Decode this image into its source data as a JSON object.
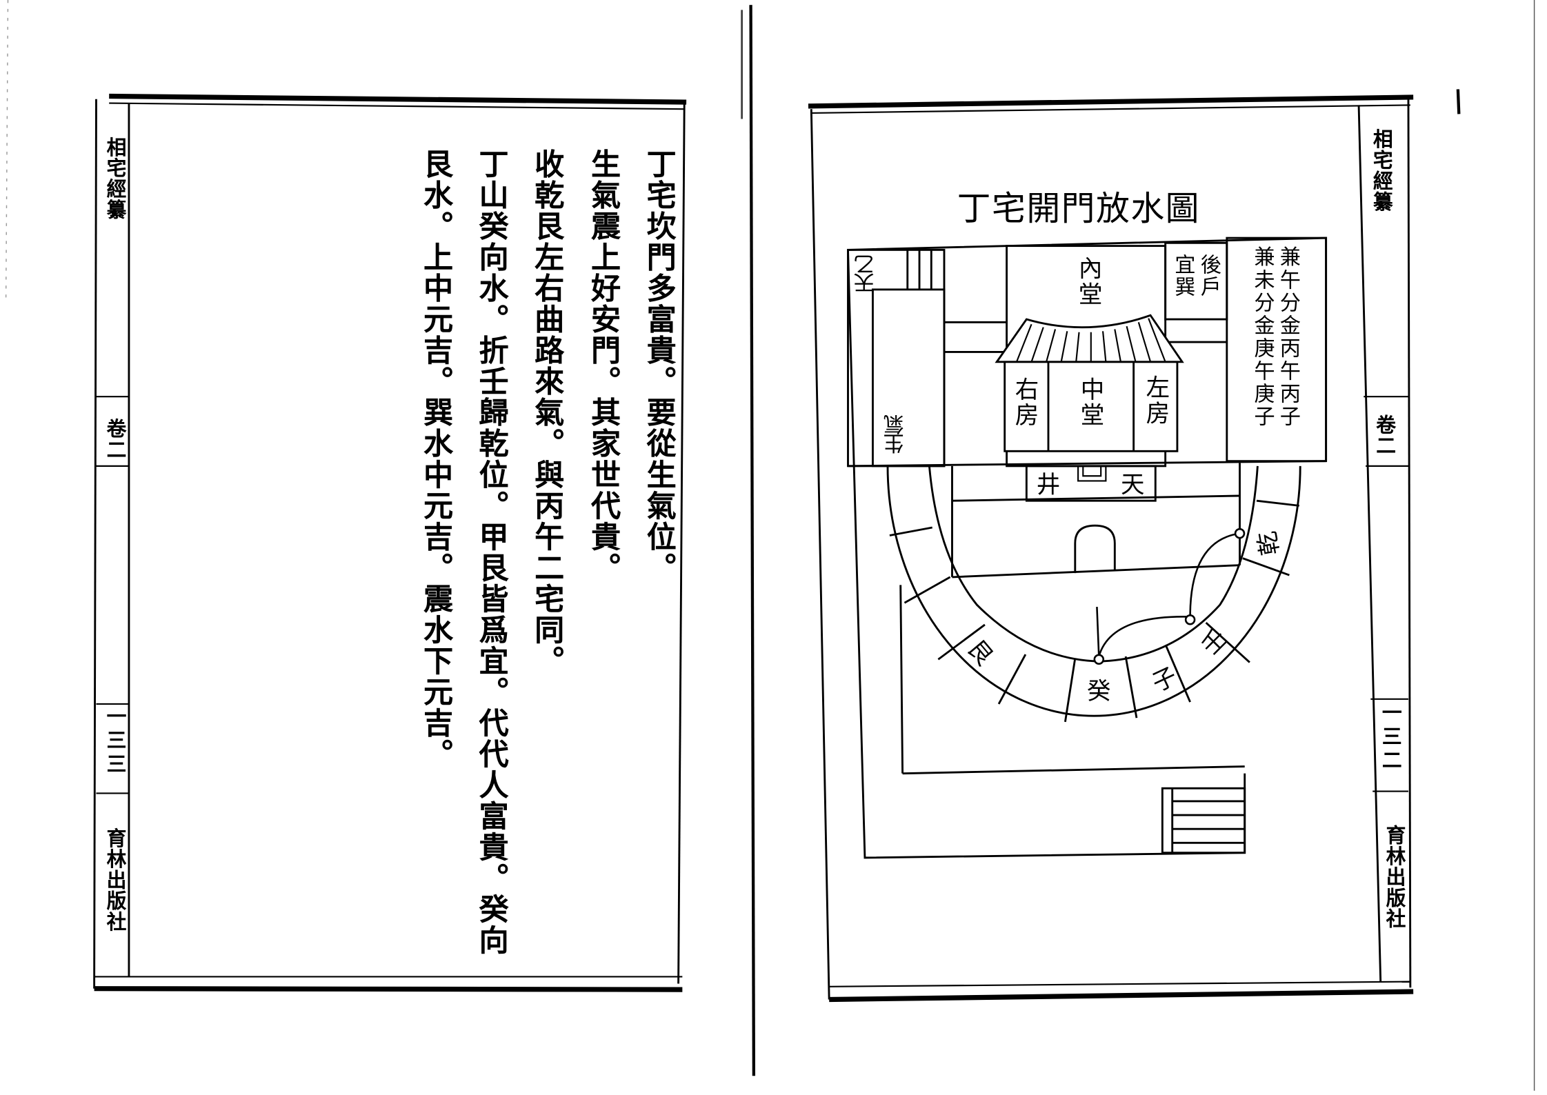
{
  "left_page": {
    "margin": {
      "book_title": "相宅經纂",
      "volume": "卷二",
      "page_number": "一三三",
      "publisher": "育林出版社"
    },
    "text_columns": [
      "丁宅坎門多富貴。要從生氣位。",
      "生氣震上好安門。其家世代貴。",
      "收乾艮左右曲路來氣。與丙午二宅同。",
      "丁山癸向水。折壬歸乾位。甲艮皆爲宜。代代人富貴。癸向",
      "艮水。上中元吉。巽水中元吉。震水下元吉。"
    ]
  },
  "right_page": {
    "margin": {
      "book_title": "相宅經纂",
      "volume": "卷二",
      "page_number": "一三二",
      "publisher": "育林出版社"
    },
    "diagram": {
      "title": "丁宅開門放水圖",
      "labels": {
        "tian_yi": "天乙",
        "sheng_qi": "生氣",
        "nei_tang": "內堂",
        "hou_hu": "後戶",
        "yi_xun": "宜巽",
        "you_fang": "右房",
        "zhong_tang": "中堂",
        "zuo_fang": "左房",
        "jing": "井",
        "tian": "天",
        "fenjin_1": "兼午分金丙午丙子",
        "fenjin_2": "兼未分金庚午庚子"
      },
      "ring_labels": {
        "qian": "乾",
        "ren": "壬",
        "zi": "子",
        "gui": "癸",
        "gen": "艮"
      }
    }
  }
}
